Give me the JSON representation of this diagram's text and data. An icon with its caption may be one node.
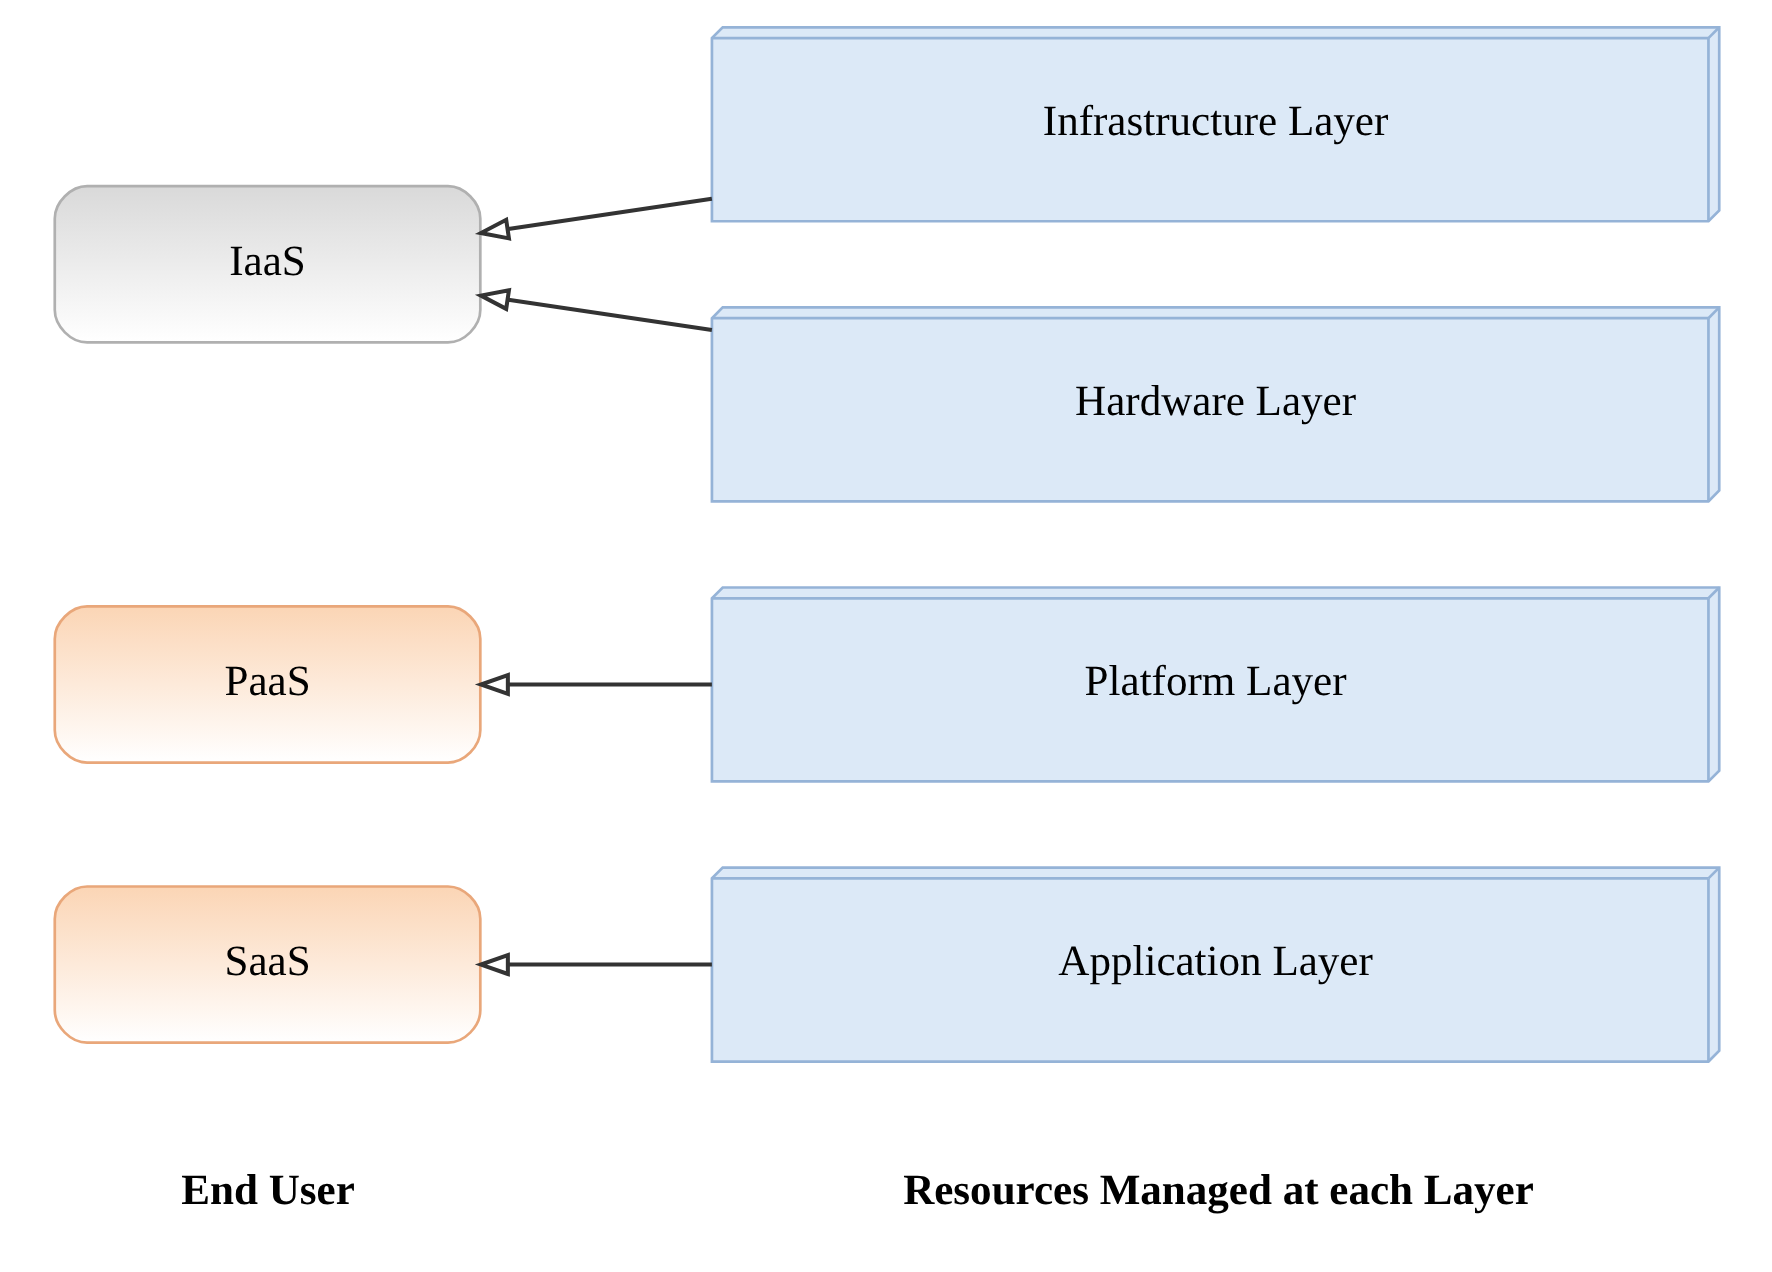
{
  "diagram": {
    "nodes": [
      {
        "text": [
          "SaaS"
        ]
      },
      {
        "text": [
          "Application Layer"
        ]
      },
      {
        "text": [
          "PaaS"
        ]
      },
      {
        "text": [
          "Platform Layer"
        ]
      },
      {
        "text": [
          "Infrastructure Layer"
        ]
      },
      {
        "text": [
          "IaaS"
        ]
      },
      {
        "text": [
          "Hardware Layer"
        ]
      }
    ],
    "edges": [
      {
        "from": 1,
        "to": 0,
        "arrow": "to"
      },
      {
        "from": 3,
        "to": 2,
        "arrow": "to"
      },
      {
        "from": 4,
        "to": 5,
        "arrow": "to"
      },
      {
        "from": 6,
        "to": 5,
        "arrow": "to"
      }
    ],
    "labels": [
      "End User",
      "Resources Managed at each Layer"
    ]
  }
}
